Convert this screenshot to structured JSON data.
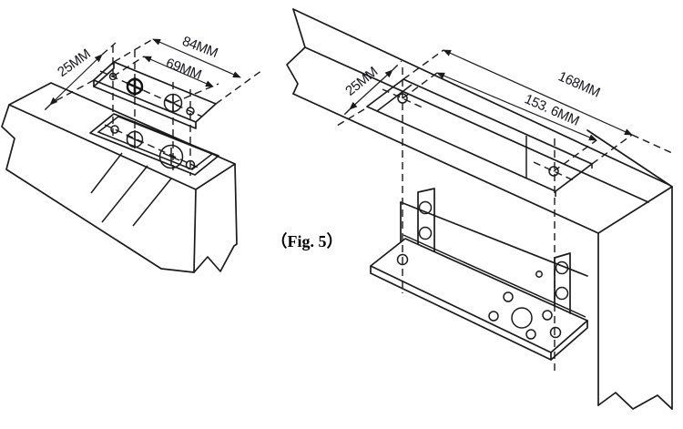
{
  "figure": {
    "label": "（Fig. 5）",
    "colors": {
      "line": "#1a1a1a",
      "dim_text": "#14141e",
      "background": "#ffffff"
    },
    "views": {
      "door": {
        "dims": {
          "depth": "25MM",
          "overall": "84MM",
          "holes": "69MM"
        }
      },
      "frame": {
        "dims": {
          "depth": "25MM",
          "overall": "168MM",
          "holes": "153. 6MM"
        }
      }
    }
  }
}
